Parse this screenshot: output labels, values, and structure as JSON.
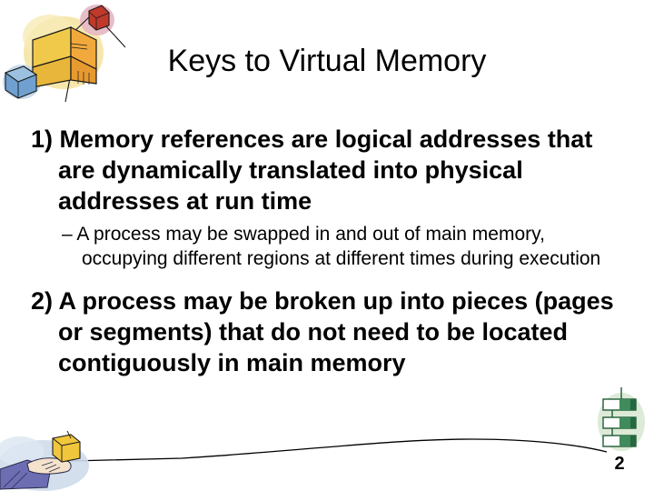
{
  "slide": {
    "title": "Keys to Virtual Memory",
    "page_number": "2",
    "background_color": "#ffffff",
    "text_color": "#000000"
  },
  "body": {
    "points": [
      {
        "marker": "1)",
        "text": "Memory references are logical addresses that are dynamically translated into physical addresses at run time",
        "level": 1,
        "sub_points": [
          {
            "marker": "–",
            "text": "A process may be swapped in and out of main memory, occupying different regions at different times during execution",
            "level": 2
          }
        ]
      },
      {
        "marker": "2)",
        "text": "A process may be broken up into pieces (pages or segments) that do not need to be located contiguously in main memory",
        "level": 1,
        "sub_points": []
      }
    ]
  },
  "decorations": {
    "network_clipart": {
      "name": "network-boxes-clipart",
      "box_colors": [
        "#e8b63a",
        "#f5a623",
        "#c0392b",
        "#5b8fc9"
      ],
      "halo_colors": [
        "#f5e2a0",
        "#e8bcc6",
        "#c3d6ea"
      ]
    },
    "hand_clipart": {
      "name": "hand-holding-box-clipart",
      "box_color": "#f0c63c",
      "sleeve_color": "#6f6fb0",
      "halo_color": "#cdd9ea"
    },
    "stack_clipart": {
      "name": "stacked-boxes-clipart",
      "box_color": "#2f7d4f",
      "halo_color": "#d7e7d3"
    },
    "connector_line": {
      "name": "curved-connector-line",
      "color": "#000000"
    }
  }
}
